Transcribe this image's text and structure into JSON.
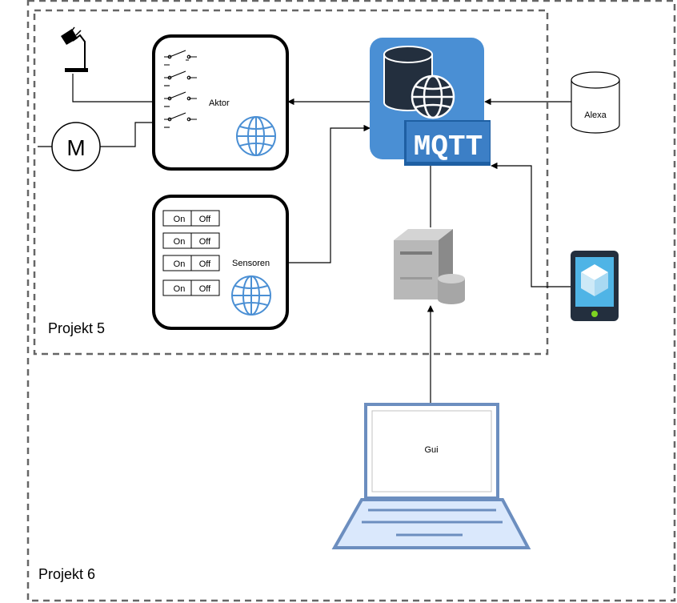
{
  "projects": {
    "outer_label": "Projekt 6",
    "inner_label": "Projekt 5"
  },
  "aktor": {
    "label": "Aktor"
  },
  "sensoren": {
    "label": "Sensoren",
    "toggle_on": "On",
    "toggle_off": "Off"
  },
  "motor": {
    "label": "M"
  },
  "mqtt": {
    "label": "MQTT"
  },
  "alexa": {
    "label": "Alexa"
  },
  "laptop": {
    "label": "Gui"
  },
  "colors": {
    "mqtt_blue": "#4a8fd4",
    "mqtt_dark": "#1e5fa3",
    "device_dark": "#232f3e",
    "tablet_screen": "#4fb4e6",
    "laptop_stroke": "#6c8ebf",
    "laptop_fill": "#dae8fc",
    "dashed_border": "#666666"
  }
}
